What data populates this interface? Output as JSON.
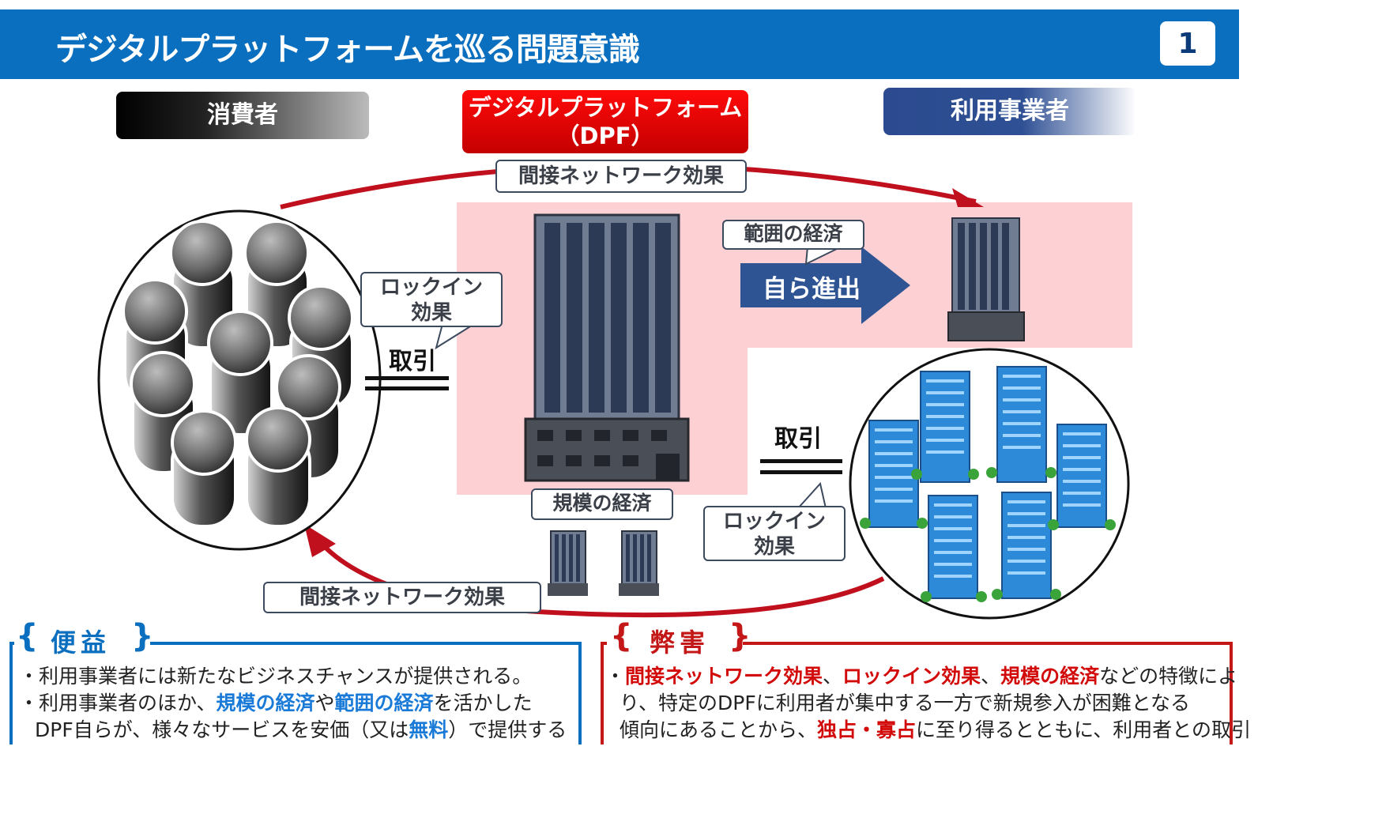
{
  "header": {
    "title": "デジタルプラットフォームを巡る問題意識",
    "page_number": "1"
  },
  "columns": {
    "consumer": "消費者",
    "dpf_line1": "デジタルプラットフォーム",
    "dpf_line2": "（DPF）",
    "business": "利用事業者"
  },
  "labels": {
    "indirect_top": "間接ネットワーク効果",
    "indirect_bottom": "間接ネットワーク効果",
    "lockin_left_1": "ロックイン",
    "lockin_left_2": "効果",
    "lockin_right_1": "ロックイン",
    "lockin_right_2": "効果",
    "trade_left": "取引",
    "trade_right": "取引",
    "economies_scope": "範囲の経済",
    "economies_scale": "規模の経済",
    "self_entry": "自ら進出"
  },
  "benefit": {
    "title": "便益",
    "line1": "・利用事業者には新たなビジネスチャンスが提供される。",
    "line2_pre": "・利用事業者のほか、",
    "line2_b1": "規模の経済",
    "line2_mid": "や",
    "line2_b2": "範囲の経済",
    "line2_post": "を活かした",
    "line3_pre": "DPF自らが、様々なサービスを安価（又は",
    "line3_b": "無料",
    "line3_post": "）で提供する"
  },
  "harm": {
    "title": "弊害",
    "line1_pre": "・",
    "line1_b1": "間接ネットワーク効果",
    "line1_s1": "、",
    "line1_b2": "ロックイン効果",
    "line1_s2": "、",
    "line1_b3": "規模の経済",
    "line1_post": "などの特徴によ",
    "line2": "り、特定のDPFに利用者が集中する一方で新規参入が困難となる",
    "line3_pre": "傾向にあることから、",
    "line3_b": "独占・寡占",
    "line3_post": "に至り得るとともに、利用者との取引"
  },
  "colors": {
    "title_bar": "#0a6fbf",
    "arrow_red": "#c0101e",
    "pink": "#fdd0d3",
    "entry_arrow": "#2f5494",
    "benefit": "#0a6fbf",
    "harm": "#c41818"
  }
}
